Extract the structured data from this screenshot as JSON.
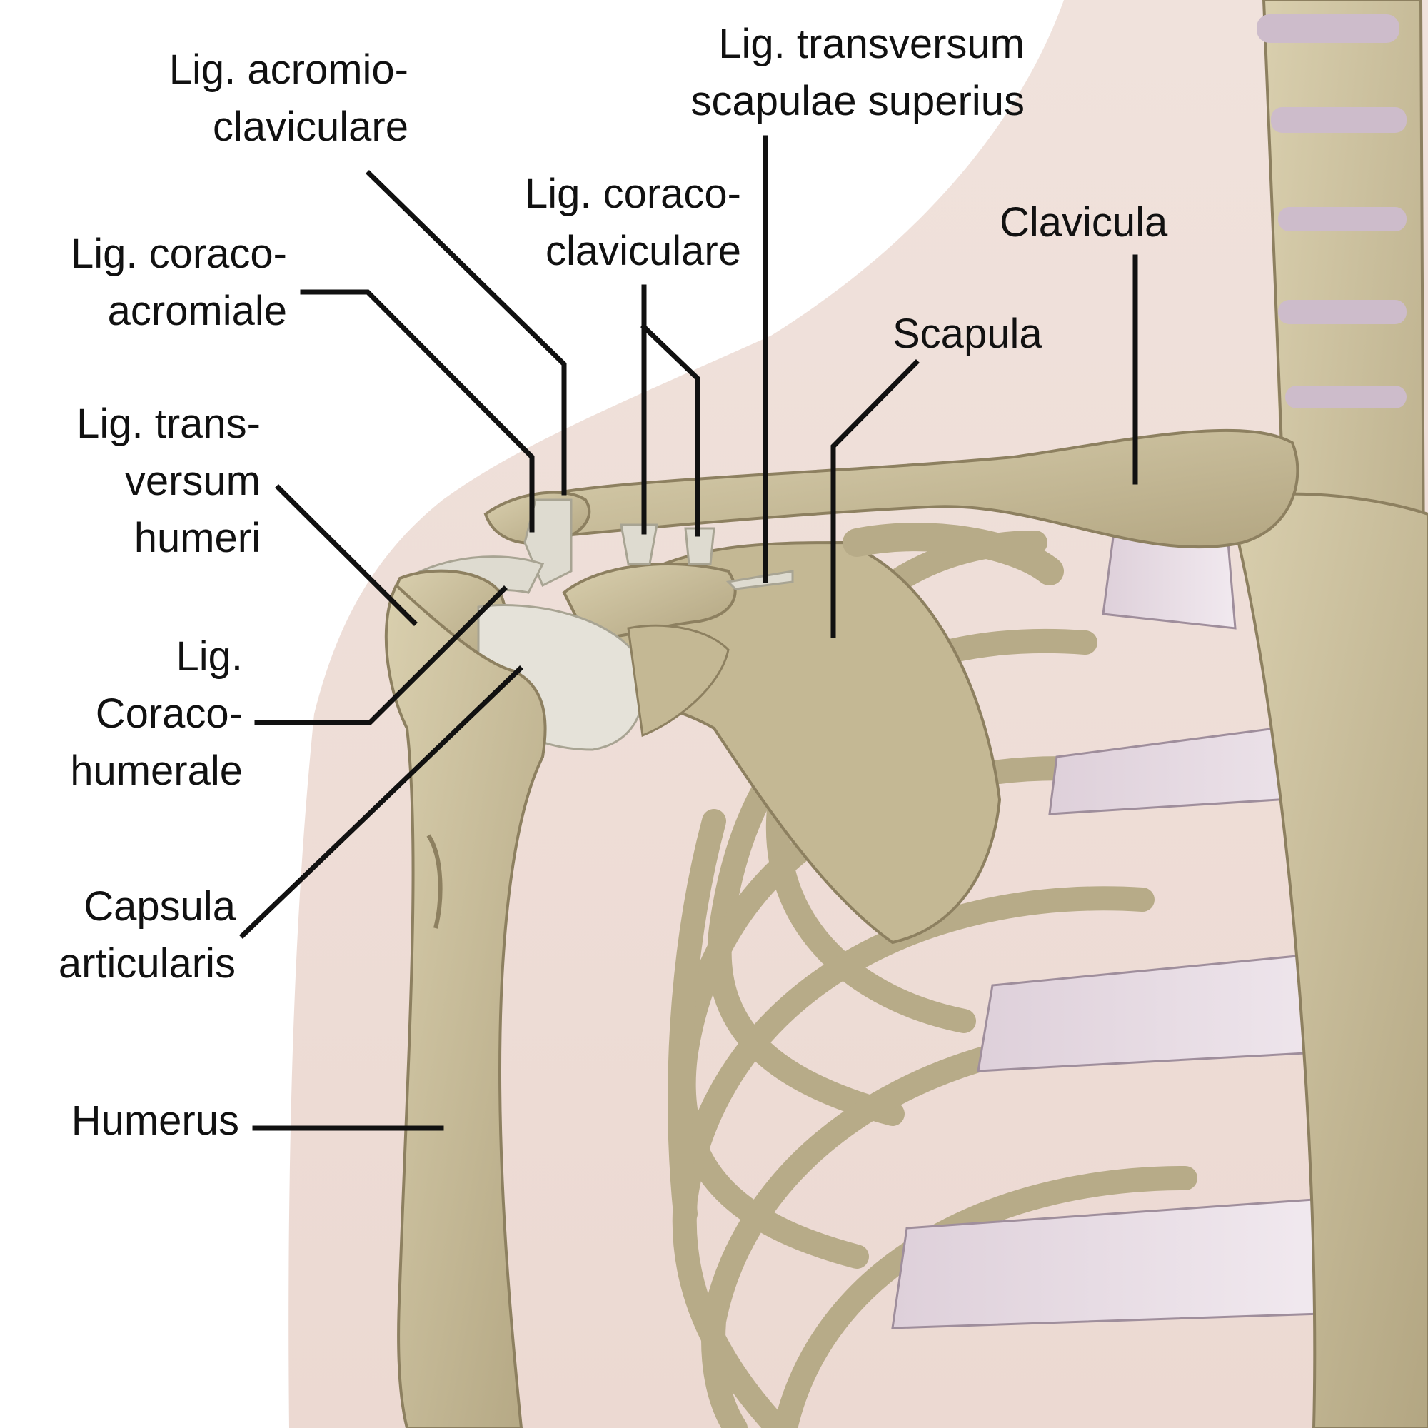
{
  "labels": {
    "lig_acromioclaviculare": "Lig. acromio-\nclaviculare",
    "lig_transversum_scapulae": "Lig. transversum\nscapulae superius",
    "lig_coracoclaviculare": "Lig. coraco-\nclaviculare",
    "lig_coracoacromiale": "Lig. coraco-\nacromiale",
    "clavicula": "Clavicula",
    "scapula": "Scapula",
    "lig_transversum_humeri": "Lig. trans-\nversum\nhumeri",
    "lig_coracohumerale": "Lig.\nCoraco-\nhumerale",
    "capsula_articularis": "Capsula\narticularis",
    "humerus": "Humerus"
  },
  "colors": {
    "background": "#f3e6e0",
    "bone": "#c9bd9a",
    "cartilage": "#e2d6de",
    "ligament": "#dcd9cc",
    "leader": "#111111"
  }
}
